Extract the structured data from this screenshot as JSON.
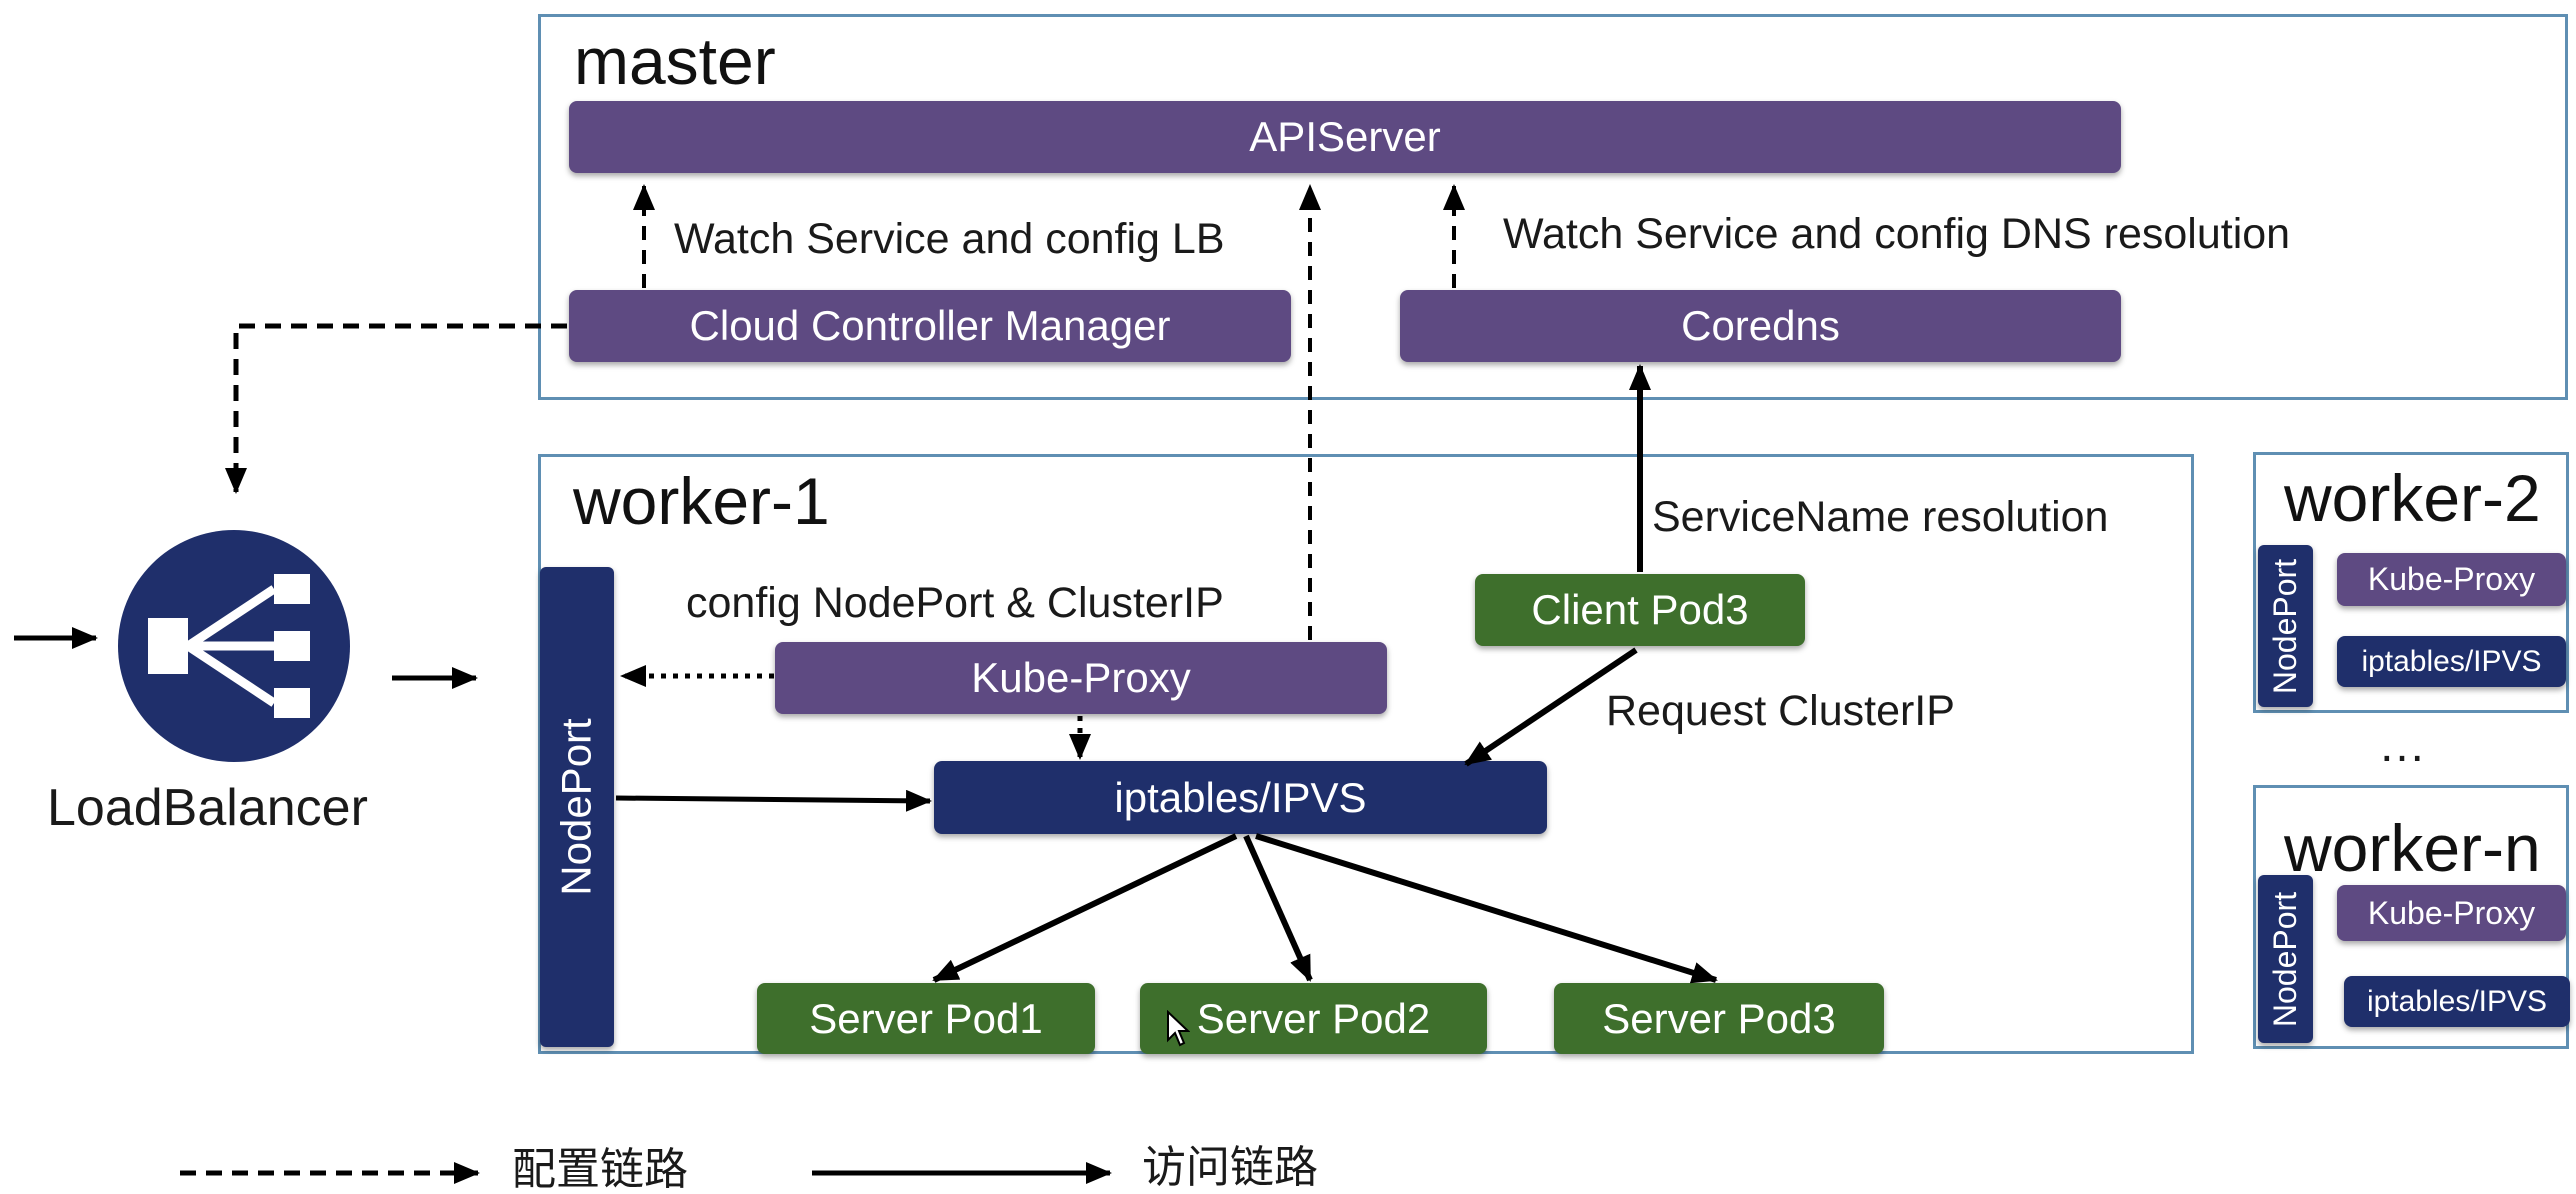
{
  "master": {
    "title": "master",
    "apiserver": "APIServer",
    "ccm": "Cloud Controller Manager",
    "coredns": "Coredns",
    "watch_lb": "Watch Service and config LB",
    "watch_dns": "Watch Service and config DNS resolution"
  },
  "loadbalancer": {
    "label": "LoadBalancer"
  },
  "worker1": {
    "title": "worker-1",
    "nodeport": "NodePort",
    "kube_proxy": "Kube-Proxy",
    "iptables": "iptables/IPVS",
    "client_pod": "Client Pod3",
    "server_pods": [
      "Server Pod1",
      "Server Pod2",
      "Server Pod3"
    ],
    "config_label": "config NodePort & ClusterIP",
    "servicename_label": "ServiceName resolution",
    "request_label": "Request ClusterIP"
  },
  "worker2": {
    "title": "worker-2",
    "nodeport": "NodePort",
    "kube_proxy": "Kube-Proxy",
    "iptables": "iptables/IPVS"
  },
  "ellipsis": "…",
  "workern": {
    "title": "worker-n",
    "nodeport": "NodePort",
    "kube_proxy": "Kube-Proxy",
    "iptables": "iptables/IPVS"
  },
  "legend": {
    "config_link": "配置链路",
    "access_link": "访问链路"
  },
  "colors": {
    "purple": "#5e4a82",
    "navy": "#1f2f6b",
    "green": "#3e6f2c",
    "frame_border": "#5f8fb3"
  }
}
